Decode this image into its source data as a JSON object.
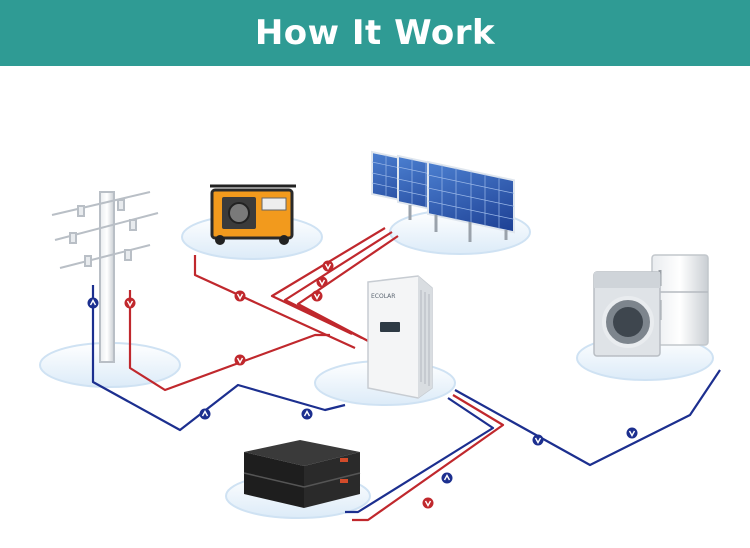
{
  "header": {
    "title": "How It Work"
  },
  "colors": {
    "header_bg": "#2f9b94",
    "header_text": "#ffffff",
    "ac_line": "#1c2f8f",
    "dc_line": "#c0282d",
    "platform": "#e4f0fa"
  },
  "components": [
    {
      "name": "utility-grid",
      "icon": "power-pole-icon"
    },
    {
      "name": "generator",
      "icon": "generator-icon"
    },
    {
      "name": "solar-panels",
      "icon": "solar-panel-icon"
    },
    {
      "name": "inverter",
      "icon": "inverter-icon",
      "brand": "ECOLAR"
    },
    {
      "name": "home-appliances",
      "icon": "appliance-icon"
    },
    {
      "name": "battery-storage",
      "icon": "battery-icon"
    }
  ]
}
